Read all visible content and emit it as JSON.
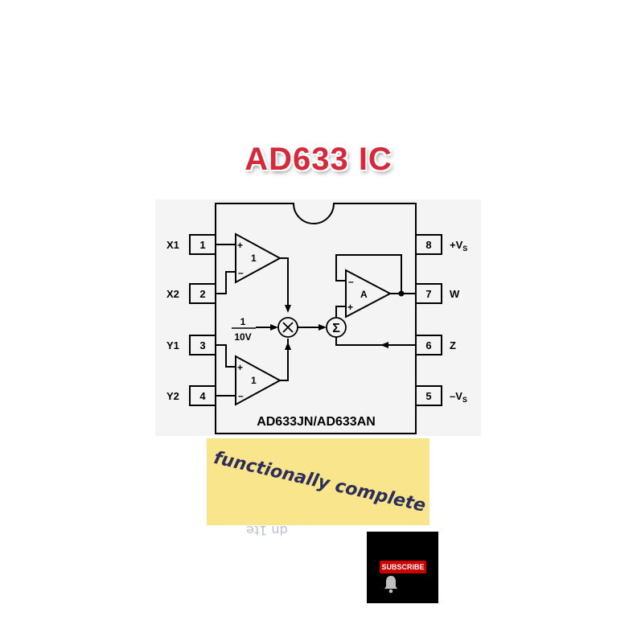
{
  "title": "AD633 IC",
  "chip": {
    "part_label": "AD633JN/AD633AN",
    "left_pins": [
      {
        "name": "X1",
        "number": "1"
      },
      {
        "name": "X2",
        "number": "2"
      },
      {
        "name": "Y1",
        "number": "3"
      },
      {
        "name": "Y2",
        "number": "4"
      }
    ],
    "right_pins": [
      {
        "name": "+V",
        "sub": "S",
        "number": "8"
      },
      {
        "name": "W",
        "sub": "",
        "number": "7"
      },
      {
        "name": "Z",
        "sub": "",
        "number": "6"
      },
      {
        "name": "–V",
        "sub": "S",
        "number": "5"
      }
    ],
    "buffer_gain": "1",
    "output_amp_label": "A",
    "scale_numerator": "1",
    "scale_denominator": "10V",
    "multiplier_symbol": "×",
    "summer_symbol": "Σ",
    "plus_sign": "+",
    "minus_sign": "–"
  },
  "overlay_note": "functionally complete",
  "ghost_text": "dn 1te",
  "subscribe": {
    "label": "SUBSCRIBE",
    "icon": "bell-icon"
  },
  "colors": {
    "title": "#d42a3c",
    "note_bg": "#f9e58c",
    "subscribe_red": "#cc0000"
  }
}
